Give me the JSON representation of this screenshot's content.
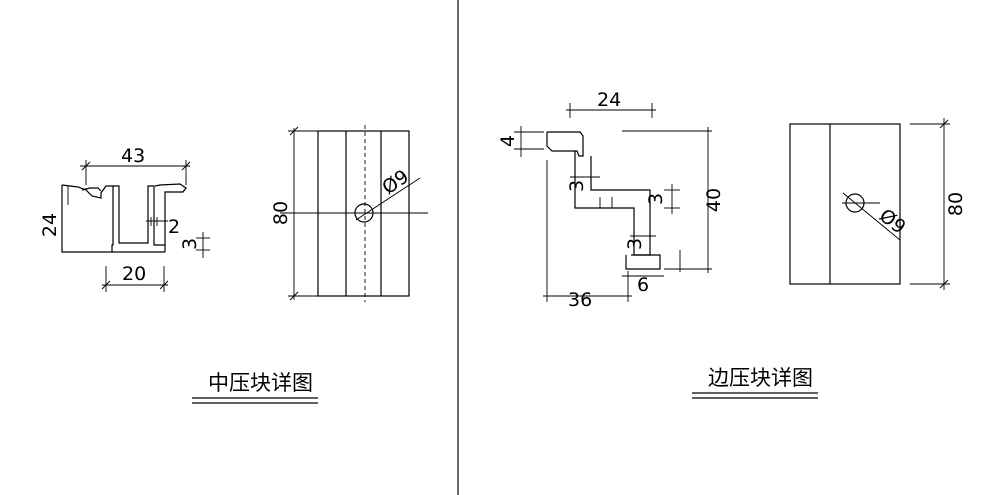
{
  "middle_block": {
    "title": "中压块详图",
    "dims": {
      "width": "43",
      "height": "24",
      "lip": "2",
      "foot": "3",
      "slot": "20",
      "length": "80",
      "hole": "Ø9"
    }
  },
  "edge_block": {
    "title": "边压块详图",
    "dims": {
      "top": "24",
      "flange": "4",
      "step1": "3",
      "step2": "3",
      "height": "40",
      "step3": "3",
      "base": "6",
      "width": "36",
      "length": "80",
      "hole": "Ø9"
    }
  }
}
